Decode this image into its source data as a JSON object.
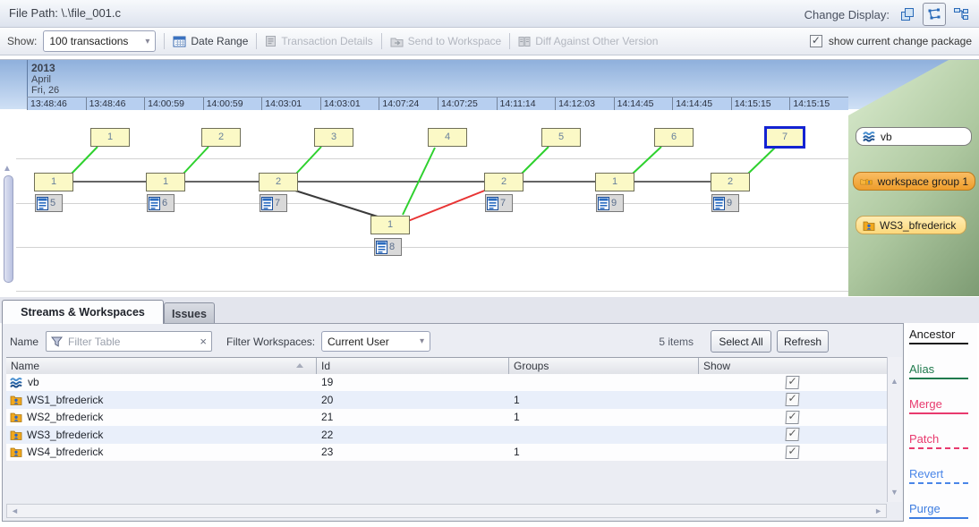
{
  "window": {
    "title": "File Path: \\.\\file_001.c"
  },
  "header": {
    "change_display_label": "Change Display:",
    "display_modes": [
      "change-packages-view-icon",
      "version-graph-view-icon",
      "stream-hierarchy-view-icon"
    ],
    "selected_mode": "version-graph-view"
  },
  "toolbar": {
    "show_label": "Show:",
    "show_value": "100 transactions",
    "date_range_label": "Date Range",
    "transaction_details_label": "Transaction Details",
    "send_to_workspace_label": "Send to Workspace",
    "diff_label": "Diff Against Other Version",
    "change_package_label": "show current change package",
    "change_package_checked": true
  },
  "timeline": {
    "year": "2013",
    "month": "April",
    "day": "Fri, 26",
    "ticks": [
      "13:48:46",
      "13:48:46",
      "14:00:59",
      "14:00:59",
      "14:03:01",
      "14:03:01",
      "14:07:24",
      "14:07:25",
      "14:11:14",
      "14:12:03",
      "14:14:45",
      "14:14:45",
      "14:15:15",
      "14:15:15"
    ]
  },
  "graph": {
    "streams": [
      {
        "name": "vb",
        "type": "stream",
        "versions": [
          "1",
          "2",
          "3",
          "4",
          "5",
          "6",
          "7"
        ],
        "selected_version": "7"
      },
      {
        "name": "workspace group 1",
        "type": "workspace-group",
        "versions": [
          "1",
          "1",
          "2",
          "2",
          "1",
          "2"
        ],
        "transactions": [
          "5",
          "6",
          "7",
          "7",
          "9",
          "9"
        ]
      },
      {
        "name": "WS3_bfrederick",
        "type": "workspace",
        "versions": [
          "1"
        ],
        "transactions": [
          "8"
        ]
      }
    ],
    "edges": [
      {
        "type": "alias",
        "from": "workspace group 1 / 1 (tx 5)",
        "to": "vb / 1"
      },
      {
        "type": "alias",
        "from": "workspace group 1 / 1 (tx 6)",
        "to": "vb / 2"
      },
      {
        "type": "alias",
        "from": "workspace group 1 / 2 (tx 7)",
        "to": "vb / 3"
      },
      {
        "type": "alias",
        "from": "WS3_bfrederick / 1 (tx 8)",
        "to": "vb / 4"
      },
      {
        "type": "alias",
        "from": "workspace group 1 / 2 (tx 7)",
        "to": "vb / 5"
      },
      {
        "type": "alias",
        "from": "workspace group 1 / 1 (tx 9)",
        "to": "vb / 6"
      },
      {
        "type": "alias",
        "from": "workspace group 1 / 2 (tx 9)",
        "to": "vb / 7"
      },
      {
        "type": "ancestor",
        "from": "workspace group 1 / 2 (tx 7)",
        "to": "WS3_bfrederick / 1"
      },
      {
        "type": "merge",
        "from": "WS3_bfrederick / 1",
        "to": "workspace group 1 / 2"
      },
      {
        "type": "ancestor",
        "from": "workspace group 1 chain",
        "to": "left-to-right"
      }
    ],
    "edge_colors": {
      "ancestor": "#303030",
      "alias": "#2ed12e",
      "merge": "#e83434"
    },
    "node_color": "#fbf9c6",
    "selected_node_border": "#1423d2"
  },
  "tabs": [
    {
      "label": "Streams & Workspaces",
      "active": true
    },
    {
      "label": "Issues",
      "active": false
    }
  ],
  "filter_bar": {
    "name_label": "Name",
    "filter_placeholder": "Filter Table",
    "clear_glyph": "×",
    "workspaces_label": "Filter Workspaces:",
    "workspaces_value": "Current User",
    "items_count": "5 items",
    "select_all_label": "Select All",
    "refresh_label": "Refresh"
  },
  "table": {
    "columns": [
      "Name",
      "Id",
      "Groups",
      "Show"
    ],
    "rows": [
      {
        "icon": "stream-icon",
        "name": "vb",
        "id": "19",
        "groups": "",
        "show_checked": true
      },
      {
        "icon": "workspace-icon",
        "name": "WS1_bfrederick",
        "id": "20",
        "groups": "1",
        "show_checked": true
      },
      {
        "icon": "workspace-icon",
        "name": "WS2_bfrederick",
        "id": "21",
        "groups": "1",
        "show_checked": true
      },
      {
        "icon": "workspace-icon",
        "name": "WS3_bfrederick",
        "id": "22",
        "groups": "",
        "show_checked": true
      },
      {
        "icon": "workspace-icon",
        "name": "WS4_bfrederick",
        "id": "23",
        "groups": "1",
        "show_checked": true
      }
    ]
  },
  "legend": {
    "items": [
      {
        "label": "Ancestor",
        "color": "#1a1a1a",
        "line": "solid"
      },
      {
        "label": "Alias",
        "color": "#1f7a4d",
        "line": "solid"
      },
      {
        "label": "Merge",
        "color": "#e83a6e",
        "line": "solid"
      },
      {
        "label": "Patch",
        "color": "#e83a6e",
        "line": "dashed"
      },
      {
        "label": "Revert",
        "color": "#4a86e8",
        "line": "dashed"
      },
      {
        "label": "Purge",
        "color": "#3d7de0",
        "line": "solid"
      }
    ]
  }
}
